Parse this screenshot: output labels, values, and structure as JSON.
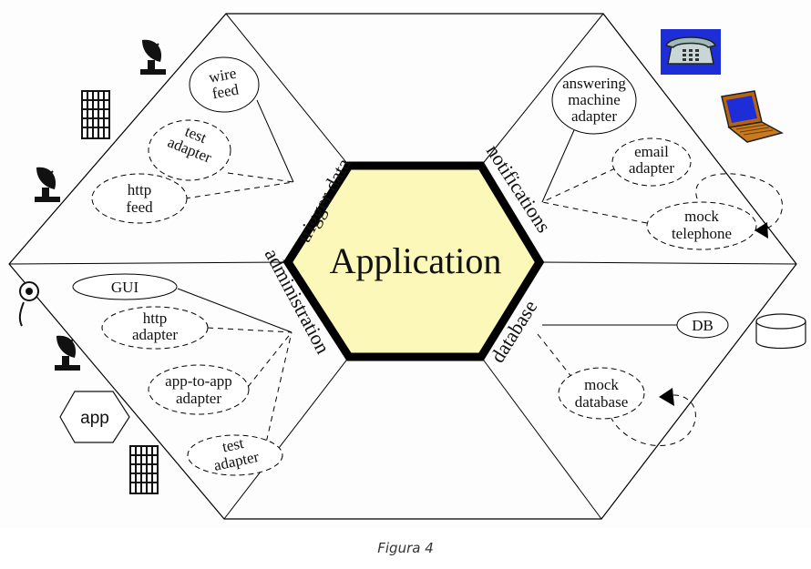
{
  "center": {
    "label": "Application",
    "fill": "#fbf8b9",
    "stroke": "#000000"
  },
  "side_labels": {
    "top_left": "trigger data",
    "top_right": "notifications",
    "bottom_left": "administration",
    "bottom_right": "database"
  },
  "adapters": {
    "wire_feed": "wire feed",
    "test_adapter_top": "test adapter",
    "http_feed": "http feed",
    "answering_machine": "answering machine adapter",
    "email_adapter": "email adapter",
    "mock_telephone": "mock telephone",
    "gui": "GUI",
    "http_adapter": "http adapter",
    "app_to_app": "app-to-app adapter",
    "test_adapter_bottom": "test adapter",
    "db": "DB",
    "mock_database": "mock database"
  },
  "actors": {
    "app": "app",
    "icons": [
      "satellite-dish-icon",
      "server-rack-icon",
      "telephone-icon",
      "laptop-icon",
      "person-icon",
      "database-cylinder-icon"
    ]
  },
  "caption": "Figura 4"
}
